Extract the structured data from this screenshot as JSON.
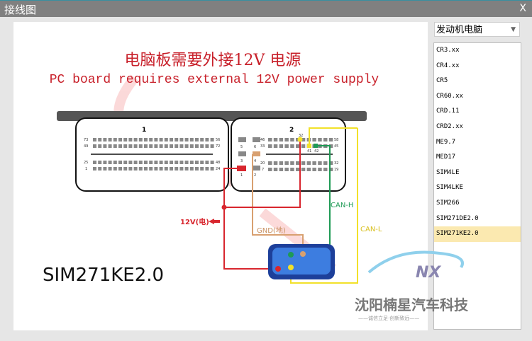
{
  "window": {
    "title": "接线图",
    "close_label": "X"
  },
  "dropdown": {
    "selected": "发动机电脑"
  },
  "list": {
    "items": [
      "CR3.xx",
      "CR4.xx",
      "CR5",
      "CR60.xx",
      "CRD.11",
      "CRD2.xx",
      "ME9.7",
      "MED17",
      "SIM4LE",
      "SIM4LKE",
      "SIM266",
      "SIM271DE2.0",
      "SIM271KE2.0"
    ],
    "selected_index": 12
  },
  "diagram": {
    "title_cn": "电脑板需要外接12V 电源",
    "title_en": "PC board requires external 12V power supply",
    "connector1": "1",
    "connector2": "2",
    "c1_pins": [
      "73",
      "56",
      "49",
      "72",
      "25",
      "48",
      "1",
      "24"
    ],
    "c2_pins": [
      "46",
      "58",
      "33",
      "45",
      "20",
      "32",
      "7",
      "19",
      "5",
      "6",
      "3",
      "4",
      "1",
      "2",
      "32",
      "41",
      "42"
    ],
    "label_12v": "12V(电)",
    "label_gnd": "GND(地)",
    "label_canh": "CAN-H",
    "label_canl": "CAN-L",
    "model": "SIM271KE2.0",
    "logo_mark": "NX",
    "logo_company": "沈阳楠星汽车科技",
    "logo_slogan": "——诚信立足·创新致远——"
  },
  "colors": {
    "red": "#d8262e",
    "yellow": "#f2e12a",
    "green": "#1e9a55",
    "brown": "#d8a070",
    "selected": "#fbe9b0"
  }
}
